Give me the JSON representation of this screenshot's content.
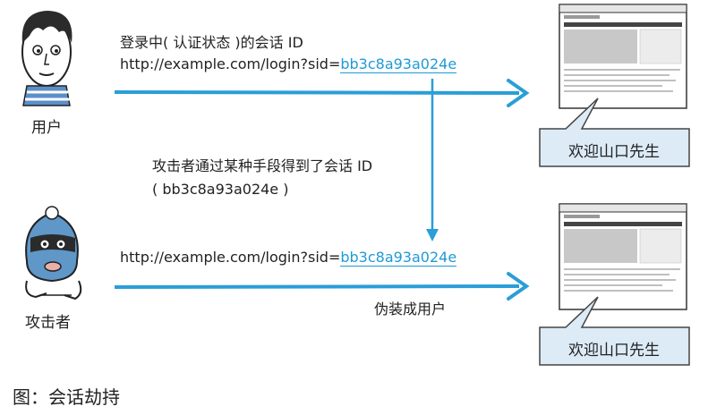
{
  "user": {
    "label": "用户",
    "message_line1": "登录中( 认证状态 )的会话 ID",
    "url_prefix": "http://example.com/login?sid=",
    "session_id": "bb3c8a93a024e"
  },
  "attacker": {
    "label": "攻击者",
    "acquire_line1": "攻击者通过某种手段得到了会话 ID",
    "acquire_line2": "( bb3c8a93a024e )",
    "url_prefix": "http://example.com/login?sid=",
    "session_id": "bb3c8a93a024e",
    "impersonate_label": "伪装成用户"
  },
  "server_top": {
    "bubble": "欢迎山口先生"
  },
  "server_bottom": {
    "bubble": "欢迎山口先生"
  },
  "caption": "图：会话劫持",
  "colors": {
    "arrow": "#2a9ed8",
    "bubble_fill": "#dcebf6",
    "sid_link": "#1f9ad6"
  }
}
